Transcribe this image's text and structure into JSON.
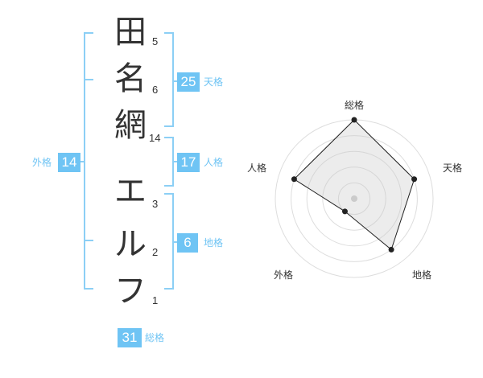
{
  "name": {
    "chars": [
      "田",
      "名",
      "網",
      "エ",
      "ル",
      "フ"
    ],
    "strokes": [
      "5",
      "6",
      "14",
      "3",
      "2",
      "1"
    ]
  },
  "kaku": {
    "gaikaku": {
      "label": "外格",
      "value": "14"
    },
    "tenkaku": {
      "label": "天格",
      "value": "25"
    },
    "jinkaku": {
      "label": "人格",
      "value": "17"
    },
    "chikaku": {
      "label": "地格",
      "value": "6"
    },
    "soukaku": {
      "label": "総格",
      "value": "31"
    }
  },
  "colors": {
    "accent": "#6fc4f4",
    "line": "#8ccff5",
    "text": "#333333"
  },
  "chart_data": {
    "type": "radar",
    "axes": [
      "総格",
      "天格",
      "地格",
      "外格",
      "人格"
    ],
    "values": [
      5,
      4,
      4,
      1,
      4
    ],
    "rmax": 5,
    "rings": 5,
    "grid": true
  }
}
